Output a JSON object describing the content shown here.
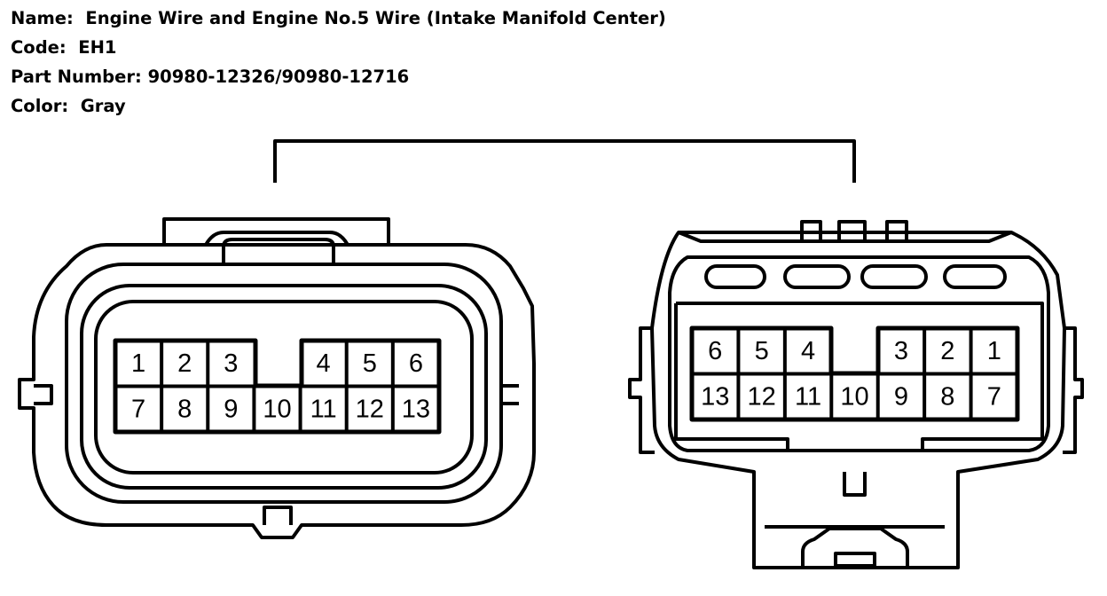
{
  "header": {
    "name_label": "Name:",
    "name_value": "Engine Wire and Engine No.5 Wire (Intake Manifold Center)",
    "code_label": "Code:",
    "code_value": "EH1",
    "part_label": "Part Number:",
    "part_value": "90980-12326/90980-12716",
    "color_label": "Color:",
    "color_value": "Gray"
  },
  "left_connector": {
    "top_row": [
      "1",
      "2",
      "3",
      "",
      "4",
      "5",
      "6"
    ],
    "bottom_row": [
      "7",
      "8",
      "9",
      "10",
      "11",
      "12",
      "13"
    ]
  },
  "right_connector": {
    "top_row": [
      "6",
      "5",
      "4",
      "",
      "3",
      "2",
      "1"
    ],
    "bottom_row": [
      "13",
      "12",
      "11",
      "10",
      "9",
      "8",
      "7"
    ]
  },
  "colors": {
    "line": "#000000",
    "background": "#ffffff"
  }
}
